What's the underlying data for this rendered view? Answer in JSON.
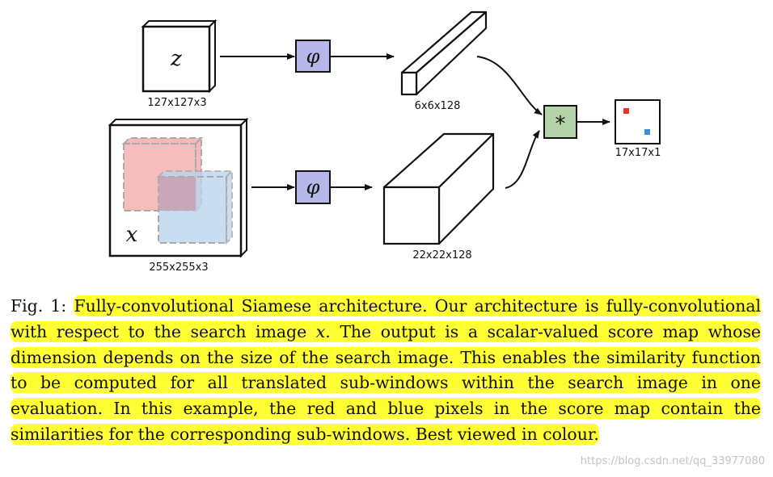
{
  "figure": {
    "template_var": "z",
    "template_size": "127x127x3",
    "search_var": "x",
    "search_size": "255x255x3",
    "embedding_symbol": "φ",
    "template_feature_size": "6x6x128",
    "search_feature_size": "22x22x128",
    "correlation_symbol": "*",
    "score_map_size": "17x17x1",
    "colors": {
      "phi_box": "#b7b6e8",
      "corr_box": "#b4d3a8",
      "red_window": "#f6b9b9",
      "blue_window": "#bcd4ee",
      "red_pixel": "#e8322b",
      "blue_pixel": "#3c8fd6",
      "highlight": "#ffff33"
    }
  },
  "caption": {
    "label": "Fig. 1:",
    "part1": "Fully-convolutional Siamese architecture. Our architecture is fully-convolutional with respect to the search image ",
    "var": "x",
    "part2": ". The output is a scalar-valued score map whose dimension depends on the size of the search image. This enables the similarity function to be computed for all translated sub-windows within the search image in one evaluation. In this example, the red and blue pixels in the score map contain the similarities for the corresponding sub-windows. Best viewed in colour."
  },
  "watermark": "https://blog.csdn.net/qq_33977080"
}
